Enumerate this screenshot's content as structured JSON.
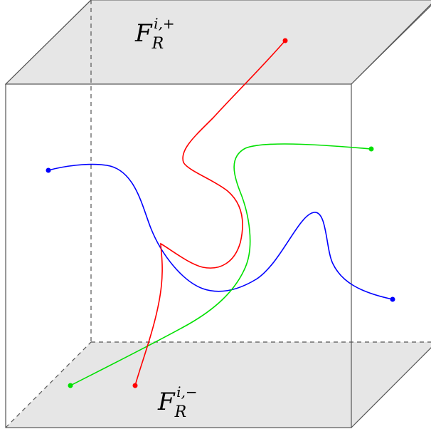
{
  "labels": {
    "top_face": {
      "base": "F",
      "sub": "R",
      "sup": "i,+"
    },
    "bottom_face": {
      "base": "F",
      "sub": "R",
      "sup": "i,−"
    }
  },
  "colors": {
    "face_fill": "#e6e6e6",
    "edge": "#555555",
    "curve_red": "#ff0000",
    "curve_green": "#00e000",
    "curve_blue": "#0000ff"
  }
}
